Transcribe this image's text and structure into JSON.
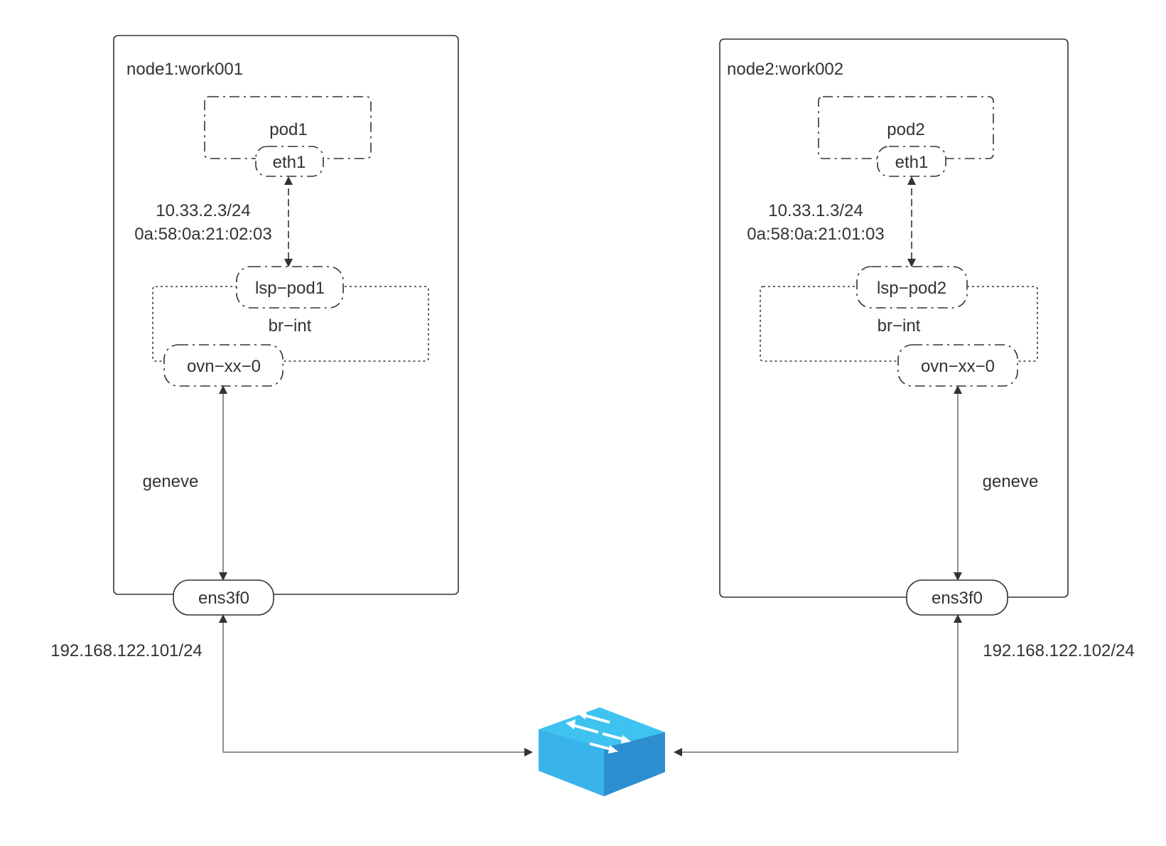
{
  "nodes": [
    {
      "title": "node1:work001",
      "pod": "pod1",
      "pod_iface": "eth1",
      "pod_ip": "10.33.2.3/24",
      "pod_mac": "0a:58:0a:21:02:03",
      "lsp": "lsp−pod1",
      "bridge": "br−int",
      "tunnel_port": "ovn−xx−0",
      "tunnel_label": "geneve",
      "nic": "ens3f0",
      "nic_ip": "192.168.122.101/24"
    },
    {
      "title": "node2:work002",
      "pod": "pod2",
      "pod_iface": "eth1",
      "pod_ip": "10.33.1.3/24",
      "pod_mac": "0a:58:0a:21:01:03",
      "lsp": "lsp−pod2",
      "bridge": "br−int",
      "tunnel_port": "ovn−xx−0",
      "tunnel_label": "geneve",
      "nic": "ens3f0",
      "nic_ip": "192.168.122.102/24"
    }
  ],
  "switch": {
    "icon": "network-switch-icon",
    "color_top": "#3ec3f0",
    "color_side": "#2a83c4"
  }
}
